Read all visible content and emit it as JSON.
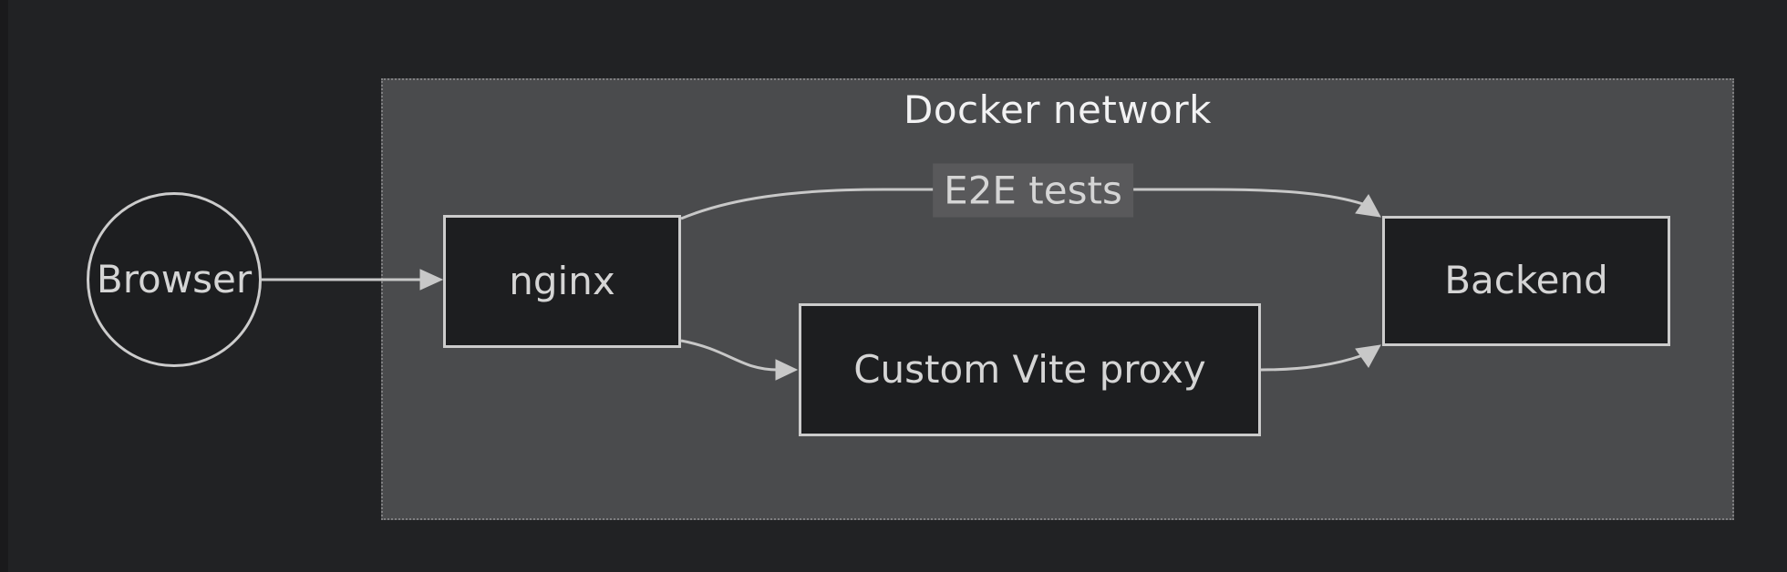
{
  "diagram": {
    "type": "flowchart",
    "container": {
      "title": "Docker network"
    },
    "nodes": {
      "browser": {
        "label": "Browser",
        "shape": "circle"
      },
      "nginx": {
        "label": "nginx",
        "shape": "rect"
      },
      "vite_proxy": {
        "label": "Custom Vite proxy",
        "shape": "rect"
      },
      "backend": {
        "label": "Backend",
        "shape": "rect"
      }
    },
    "edges": [
      {
        "from": "browser",
        "to": "nginx",
        "label": ""
      },
      {
        "from": "nginx",
        "to": "backend",
        "label": "E2E tests"
      },
      {
        "from": "nginx",
        "to": "vite_proxy",
        "label": ""
      },
      {
        "from": "vite_proxy",
        "to": "backend",
        "label": ""
      }
    ],
    "edge_label_text": "E2E tests",
    "colors": {
      "background": "#212224",
      "screen_edge": "#1a1a1c",
      "container_fill": "#4a4b4d",
      "container_border": "#7f7f81",
      "node_fill": "#1d1e20",
      "node_border": "#cccccc",
      "node_text": "#d5d5d5",
      "title_text": "#f2f2f3",
      "edge_stroke": "#c8c8c8",
      "edge_label_bg": "#59595b",
      "edge_label_text": "#d5d5d5"
    }
  }
}
